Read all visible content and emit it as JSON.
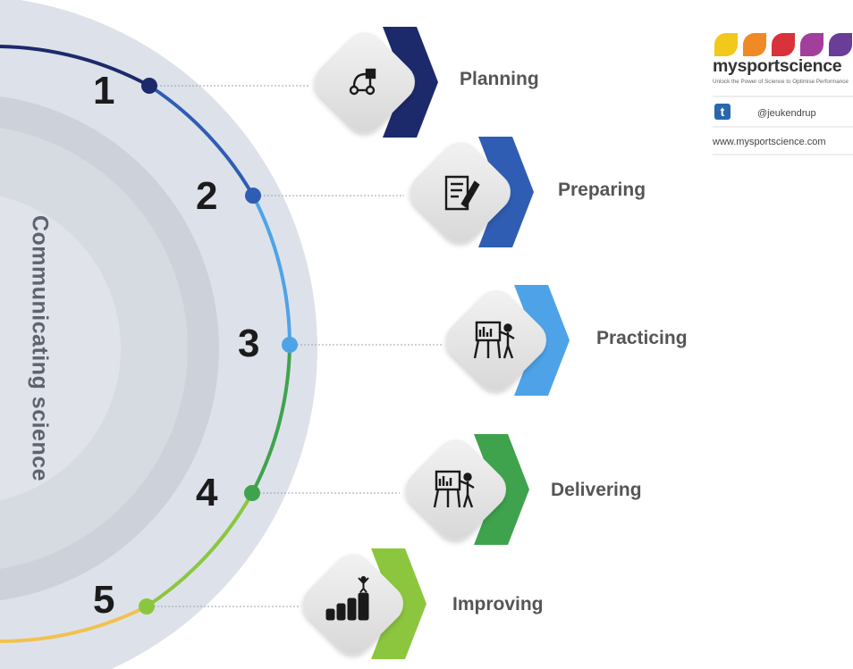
{
  "title": "Communicating science",
  "steps": [
    {
      "number": "1",
      "label": "Planning",
      "icon": "flowchart-icon",
      "color": "#1c2a6b"
    },
    {
      "number": "2",
      "label": "Preparing",
      "icon": "checklist-edit-icon",
      "color": "#2f5db3"
    },
    {
      "number": "3",
      "label": "Practicing",
      "icon": "presenter-board-icon",
      "color": "#4ea3e8"
    },
    {
      "number": "4",
      "label": "Delivering",
      "icon": "presenter-board-icon",
      "color": "#3fa34d"
    },
    {
      "number": "5",
      "label": "Improving",
      "icon": "bar-chart-person-icon",
      "color": "#8cc63f"
    }
  ],
  "brand": {
    "name": "mysportscience",
    "tagline": "Unlock the Power of Science to Optimise Performance",
    "twitter_handle": "@jeukendrup",
    "website": "www.mysportscience.com",
    "logo_colors": [
      "#f2c81b",
      "#f08a24",
      "#d8333a",
      "#a23f9b",
      "#6a3d98"
    ],
    "twitter_color": "#2a67ad"
  },
  "ring_colors": {
    "outer_disc": "#dde2ea",
    "middle_ring": "#cfd4dc",
    "inner_disc": "#dfe3e9",
    "bottom_arc": "#f2c14e"
  }
}
